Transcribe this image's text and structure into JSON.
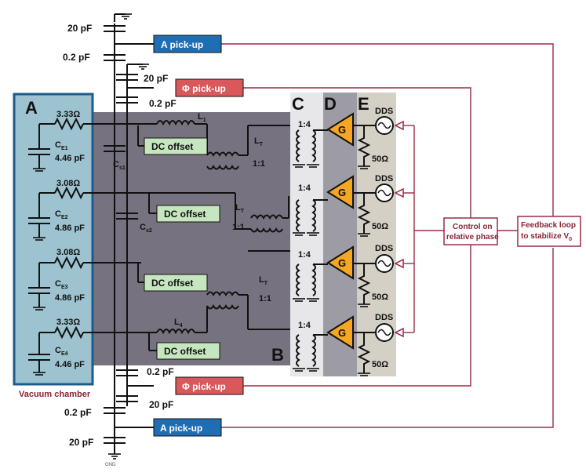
{
  "sections": {
    "A": "A",
    "B": "B",
    "C": "C",
    "D": "D",
    "E": "E"
  },
  "vacuum_label": "Vacuum chamber",
  "pickups": {
    "a_top": "A pick-up",
    "phi_top": "Φ pick-up",
    "phi_bottom": "Φ pick-up",
    "a_bottom": "A pick-up"
  },
  "caps": {
    "top_20": "20 pF",
    "top_02": "0.2 pF",
    "mid_20": "20 pF",
    "mid_02": "0.2 pF",
    "bot_02a": "0.2 pF",
    "bot_20a": "20 pF",
    "bot_02b": "0.2 pF",
    "bot_20b": "20 pF"
  },
  "electrodes": [
    {
      "r": "3.33Ω",
      "c_name": "C",
      "c_sub": "E1",
      "c_val": "4.46 pF"
    },
    {
      "r": "3.08Ω",
      "c_name": "C",
      "c_sub": "E2",
      "c_val": "4.86 pF"
    },
    {
      "r": "3.08Ω",
      "c_name": "C",
      "c_sub": "E3",
      "c_val": "4.86 pF"
    },
    {
      "r": "3.33Ω",
      "c_name": "C",
      "c_sub": "E4",
      "c_val": "4.46 pF"
    }
  ],
  "dc_offset": "DC offset",
  "network": {
    "L1": "L",
    "L1_sub": "1",
    "L4": "L",
    "L4_sub": "4",
    "LT": "L",
    "LT_sub": "T",
    "ratio_11": "1:1",
    "Cs1": "C",
    "Cs1_sub": "s1",
    "Cs2": "C",
    "Cs2_sub": "s2"
  },
  "channel": {
    "transformer": "1:4",
    "gain": "G",
    "dds": "DDS",
    "term": "50Ω"
  },
  "control_box": {
    "line1": "Control on",
    "line2": "relative phase"
  },
  "feedback_box": {
    "line1": "Feedback loop",
    "line2": "to stabilize V",
    "line2_sub": "0"
  },
  "gnd": "GND"
}
